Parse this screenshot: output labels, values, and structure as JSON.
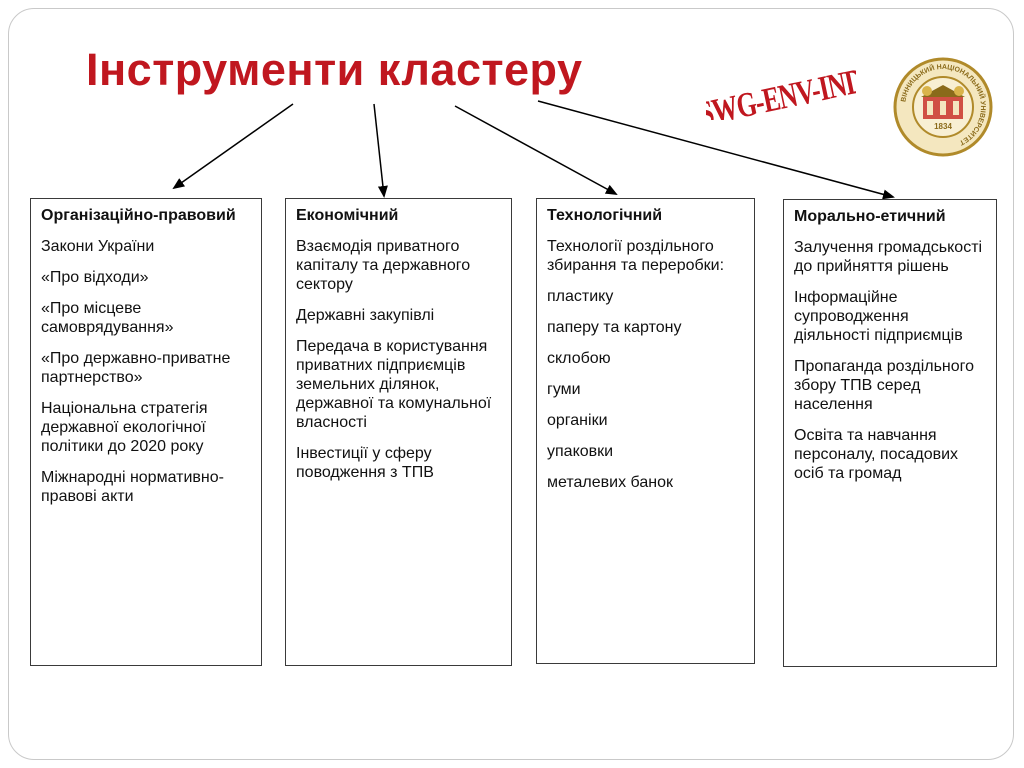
{
  "title": "Інструменти кластеру",
  "stamp_text": "SWG-ENV-IND",
  "colors": {
    "title": "#c0171f",
    "stamp": "#c0171f",
    "seal_ring": "#b08a2a",
    "seal_center": "#c9342a"
  },
  "seal_text": "ВІННИЦЬКИЙ НАЦІОНАЛЬНИЙ УНІВЕРСИТЕТ",
  "seal_year": "1834",
  "columns": [
    {
      "title": "Організаційно-правовий",
      "items": [
        "Закони України",
        "«Про відходи»",
        "«Про місцеве самоврядування»",
        "«Про державно-приватне партнерство»",
        "Національна стратегія державної екологічної політики до 2020 року",
        "Міжнародні нормативно-правові акти"
      ]
    },
    {
      "title": "Економічний",
      "items": [
        "Взаємодія приватного капіталу та державного сектору",
        "Державні закупівлі",
        "Передача в користування приватних підприємців земельних ділянок, державної та комунальної власності",
        "Інвестиції у сферу поводження з ТПВ"
      ]
    },
    {
      "title": "Технологічний",
      "items": [
        "Технології роздільного збирання та переробки:",
        "пластику",
        "паперу та картону",
        "склобою",
        "гуми",
        "органіки",
        "упаковки",
        "металевих банок"
      ]
    },
    {
      "title": "Морально-етичний",
      "items": [
        "Залучення громадськості до прийняття рішень",
        "Інформаційне супроводження діяльності підприємців",
        "Пропаганда роздільного збору ТПВ серед населення",
        "Освіта та навчання персоналу, посадових осіб та громад"
      ]
    }
  ]
}
